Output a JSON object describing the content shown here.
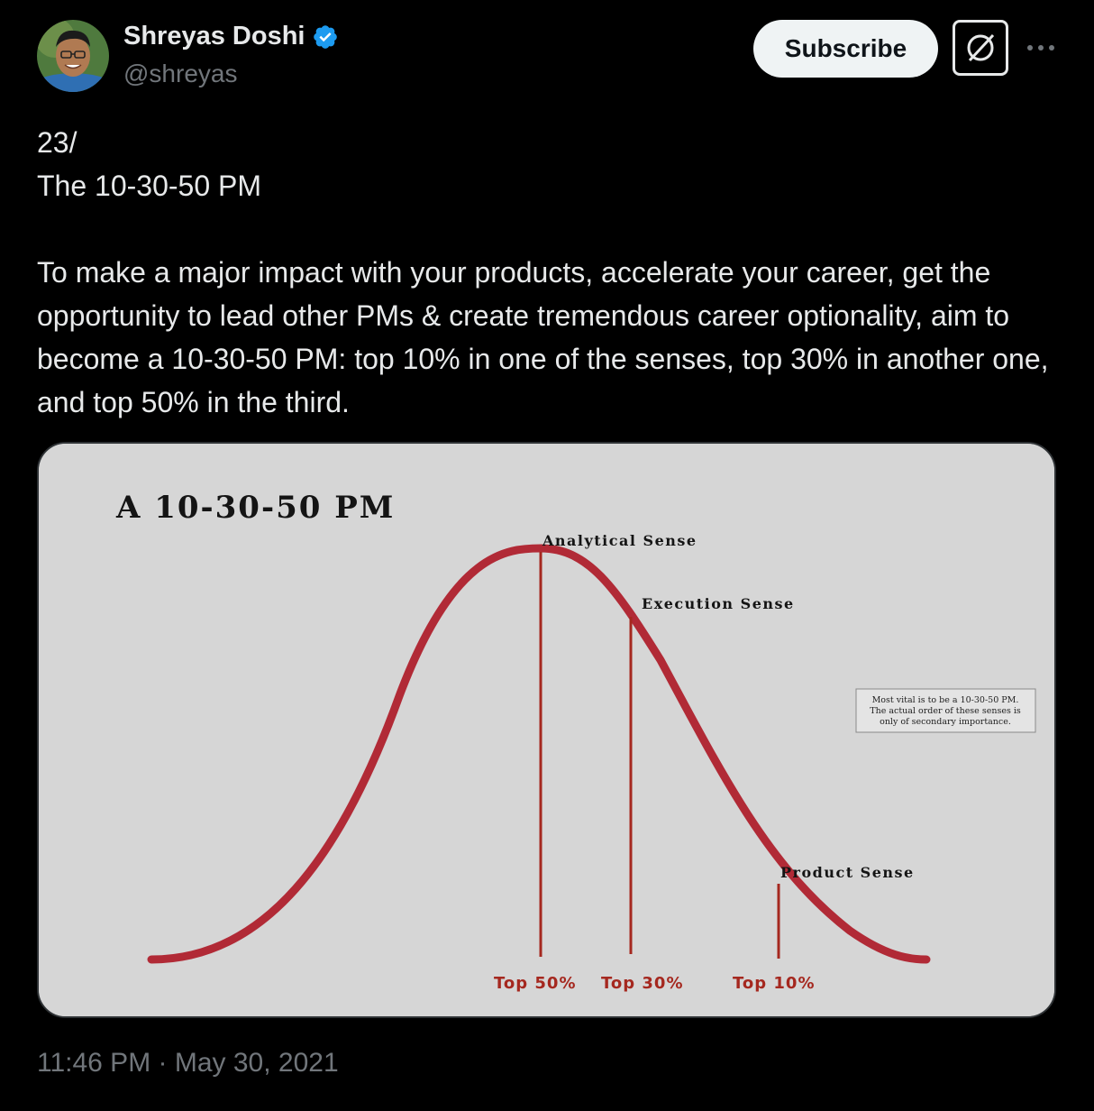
{
  "author": {
    "display_name": "Shreyas Doshi",
    "handle": "@shreyas",
    "verified": true,
    "avatar_icon": "avatar-photo"
  },
  "actions": {
    "subscribe_label": "Subscribe",
    "grok_icon": "grok-icon",
    "more_icon": "more-dots-icon"
  },
  "tweet": {
    "text": "23/\nThe 10-30-50 PM\n\nTo make a major impact with your products, accelerate your career, get the opportunity to lead other PMs & create tremendous career optionality, aim to become a 10-30-50 PM: top 10% in one of the senses, top 30% in another one, and top 50% in the third.",
    "timestamp": "11:46 PM · May 30, 2021"
  },
  "image": {
    "title": "A 10-30-50 PM",
    "labels": {
      "analytical": "Analytical Sense",
      "execution": "Execution Sense",
      "product": "Product Sense"
    },
    "markers": {
      "top50": "Top 50%",
      "top30": "Top 30%",
      "top10": "Top 10%"
    },
    "note_lines": [
      "Most vital is to be a 10-30-50 PM.",
      "The actual order of these senses is",
      "only of secondary importance."
    ]
  },
  "colors": {
    "background": "#000000",
    "text": "#e7e9ea",
    "muted": "#71767b",
    "verified": "#1d9bf0",
    "curve": "#b12a36",
    "marker": "#a5281f",
    "image_bg": "#d6d6d6"
  }
}
